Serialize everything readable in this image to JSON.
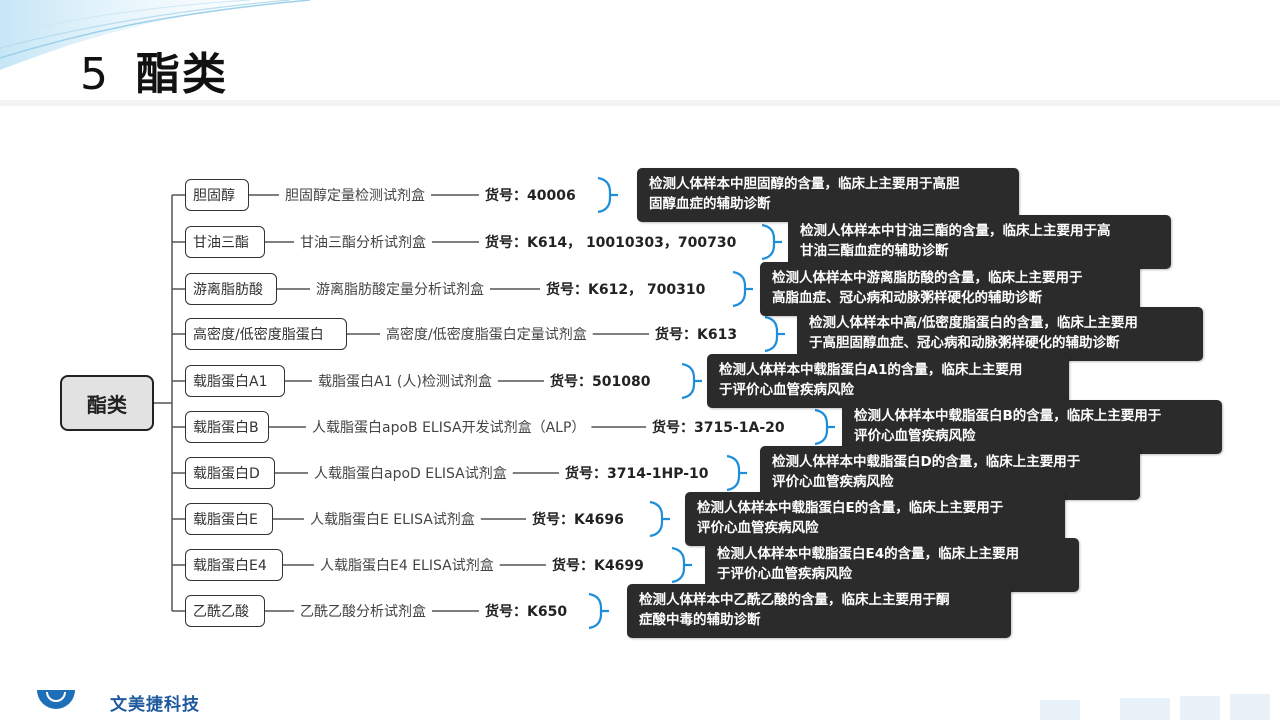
{
  "page": {
    "number": "5",
    "title": "酯类"
  },
  "root_label": "酯类",
  "items": [
    {
      "category": "胆固醇",
      "kit": "胆固醇定量检测试剂盒",
      "sku": "货号：40006",
      "note": [
        "检测人体样本中胆固醇的含量，临床上主要用于高胆",
        "固醇血症的辅助诊断"
      ]
    },
    {
      "category": "甘油三酯",
      "kit": "甘油三酯分析试剂盒",
      "sku": "货号：K614， 10010303，700730",
      "note": [
        "检测人体样本中甘油三酯的含量，临床上主要用于高",
        "甘油三酯血症的辅助诊断"
      ]
    },
    {
      "category": "游离脂肪酸",
      "kit": "游离脂肪酸定量分析试剂盒",
      "sku": "货号：K612， 700310",
      "note": [
        "检测人体样本中游离脂肪酸的含量，临床上主要用于",
        "高脂血症、冠心病和动脉粥样硬化的辅助诊断"
      ]
    },
    {
      "category": "高密度/低密度脂蛋白",
      "kit": "高密度/低密度脂蛋白定量试剂盒",
      "sku": "货号：K613",
      "note": [
        "检测人体样本中高/低密度脂蛋白的含量，临床上主要用",
        "于高胆固醇血症、冠心病和动脉粥样硬化的辅助诊断"
      ]
    },
    {
      "category": "载脂蛋白A1",
      "kit": "载脂蛋白A1 (人)检测试剂盒",
      "sku": "货号：501080",
      "note": [
        "检测人体样本中载脂蛋白A1的含量，临床上主要用",
        "于评价心血管疾病风险"
      ]
    },
    {
      "category": "载脂蛋白B",
      "kit": "人载脂蛋白apoB ELISA开发试剂盒（ALP）",
      "sku": "货号：3715-1A-20",
      "note": [
        "检测人体样本中载脂蛋白B的含量，临床上主要用于",
        "评价心血管疾病风险"
      ]
    },
    {
      "category": "载脂蛋白D",
      "kit": "人载脂蛋白apoD ELISA试剂盒",
      "sku": "货号：3714-1HP-10",
      "note": [
        "检测人体样本中载脂蛋白D的含量，临床上主要用于",
        "评价心血管疾病风险"
      ]
    },
    {
      "category": "载脂蛋白E",
      "kit": "人载脂蛋白E ELISA试剂盒",
      "sku": "货号：K4696",
      "note": [
        "检测人体样本中载脂蛋白E的含量，临床上主要用于",
        "评价心血管疾病风险"
      ]
    },
    {
      "category": "载脂蛋白E4",
      "kit": "人载脂蛋白E4 ELISA试剂盒",
      "sku": "货号：K4699",
      "note": [
        "检测人体样本中载脂蛋白E4的含量，临床上主要用",
        "于评价心血管疾病风险"
      ]
    },
    {
      "category": "乙酰乙酸",
      "kit": "乙酰乙酸分析试剂盒",
      "sku": "货号：K650",
      "note": [
        "检测人体样本中乙酰乙酸的含量，临床上主要用于酮",
        "症酸中毒的辅助诊断"
      ]
    }
  ],
  "colors": {
    "bracket": "#1e8ed8",
    "note_bg": "#2b2b2b",
    "root_bg": "#e2e2e2"
  },
  "icons": {
    "footer_logo": "company-logo-icon"
  }
}
